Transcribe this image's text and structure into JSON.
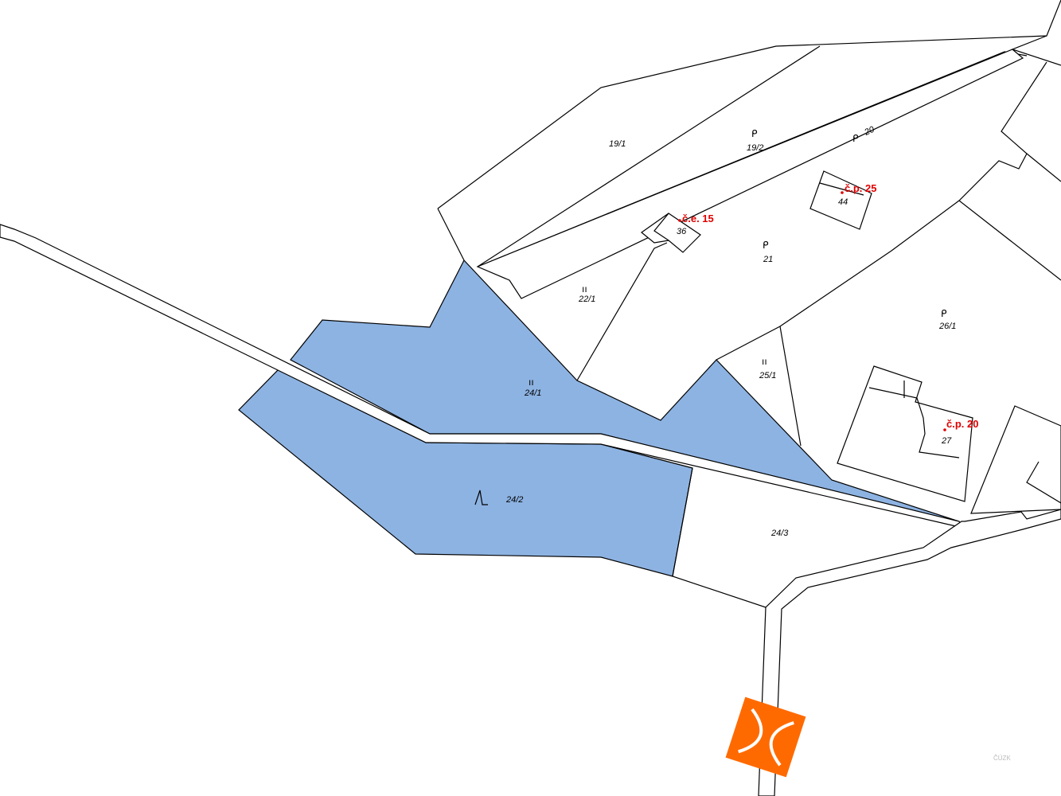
{
  "map": {
    "parcels": {
      "p19_1": "19/1",
      "p19_2": "19/2",
      "p20": "20",
      "p21": "21",
      "p22_1": "22/1",
      "p24_1": "24/1",
      "p24_2": "24/2",
      "p24_3": "24/3",
      "p25_1": "25/1",
      "p26_1": "26/1",
      "b36": "36",
      "b44": "44",
      "b27": "27"
    },
    "addresses": {
      "ce15": "č.e. 15",
      "cp25": "č.p. 25",
      "cp20": "č.p. 20"
    },
    "selected_fill": "#8db3e2",
    "address_color": "#e00000",
    "logo_color": "#ff6a00",
    "watermark": "ČÚZK"
  }
}
